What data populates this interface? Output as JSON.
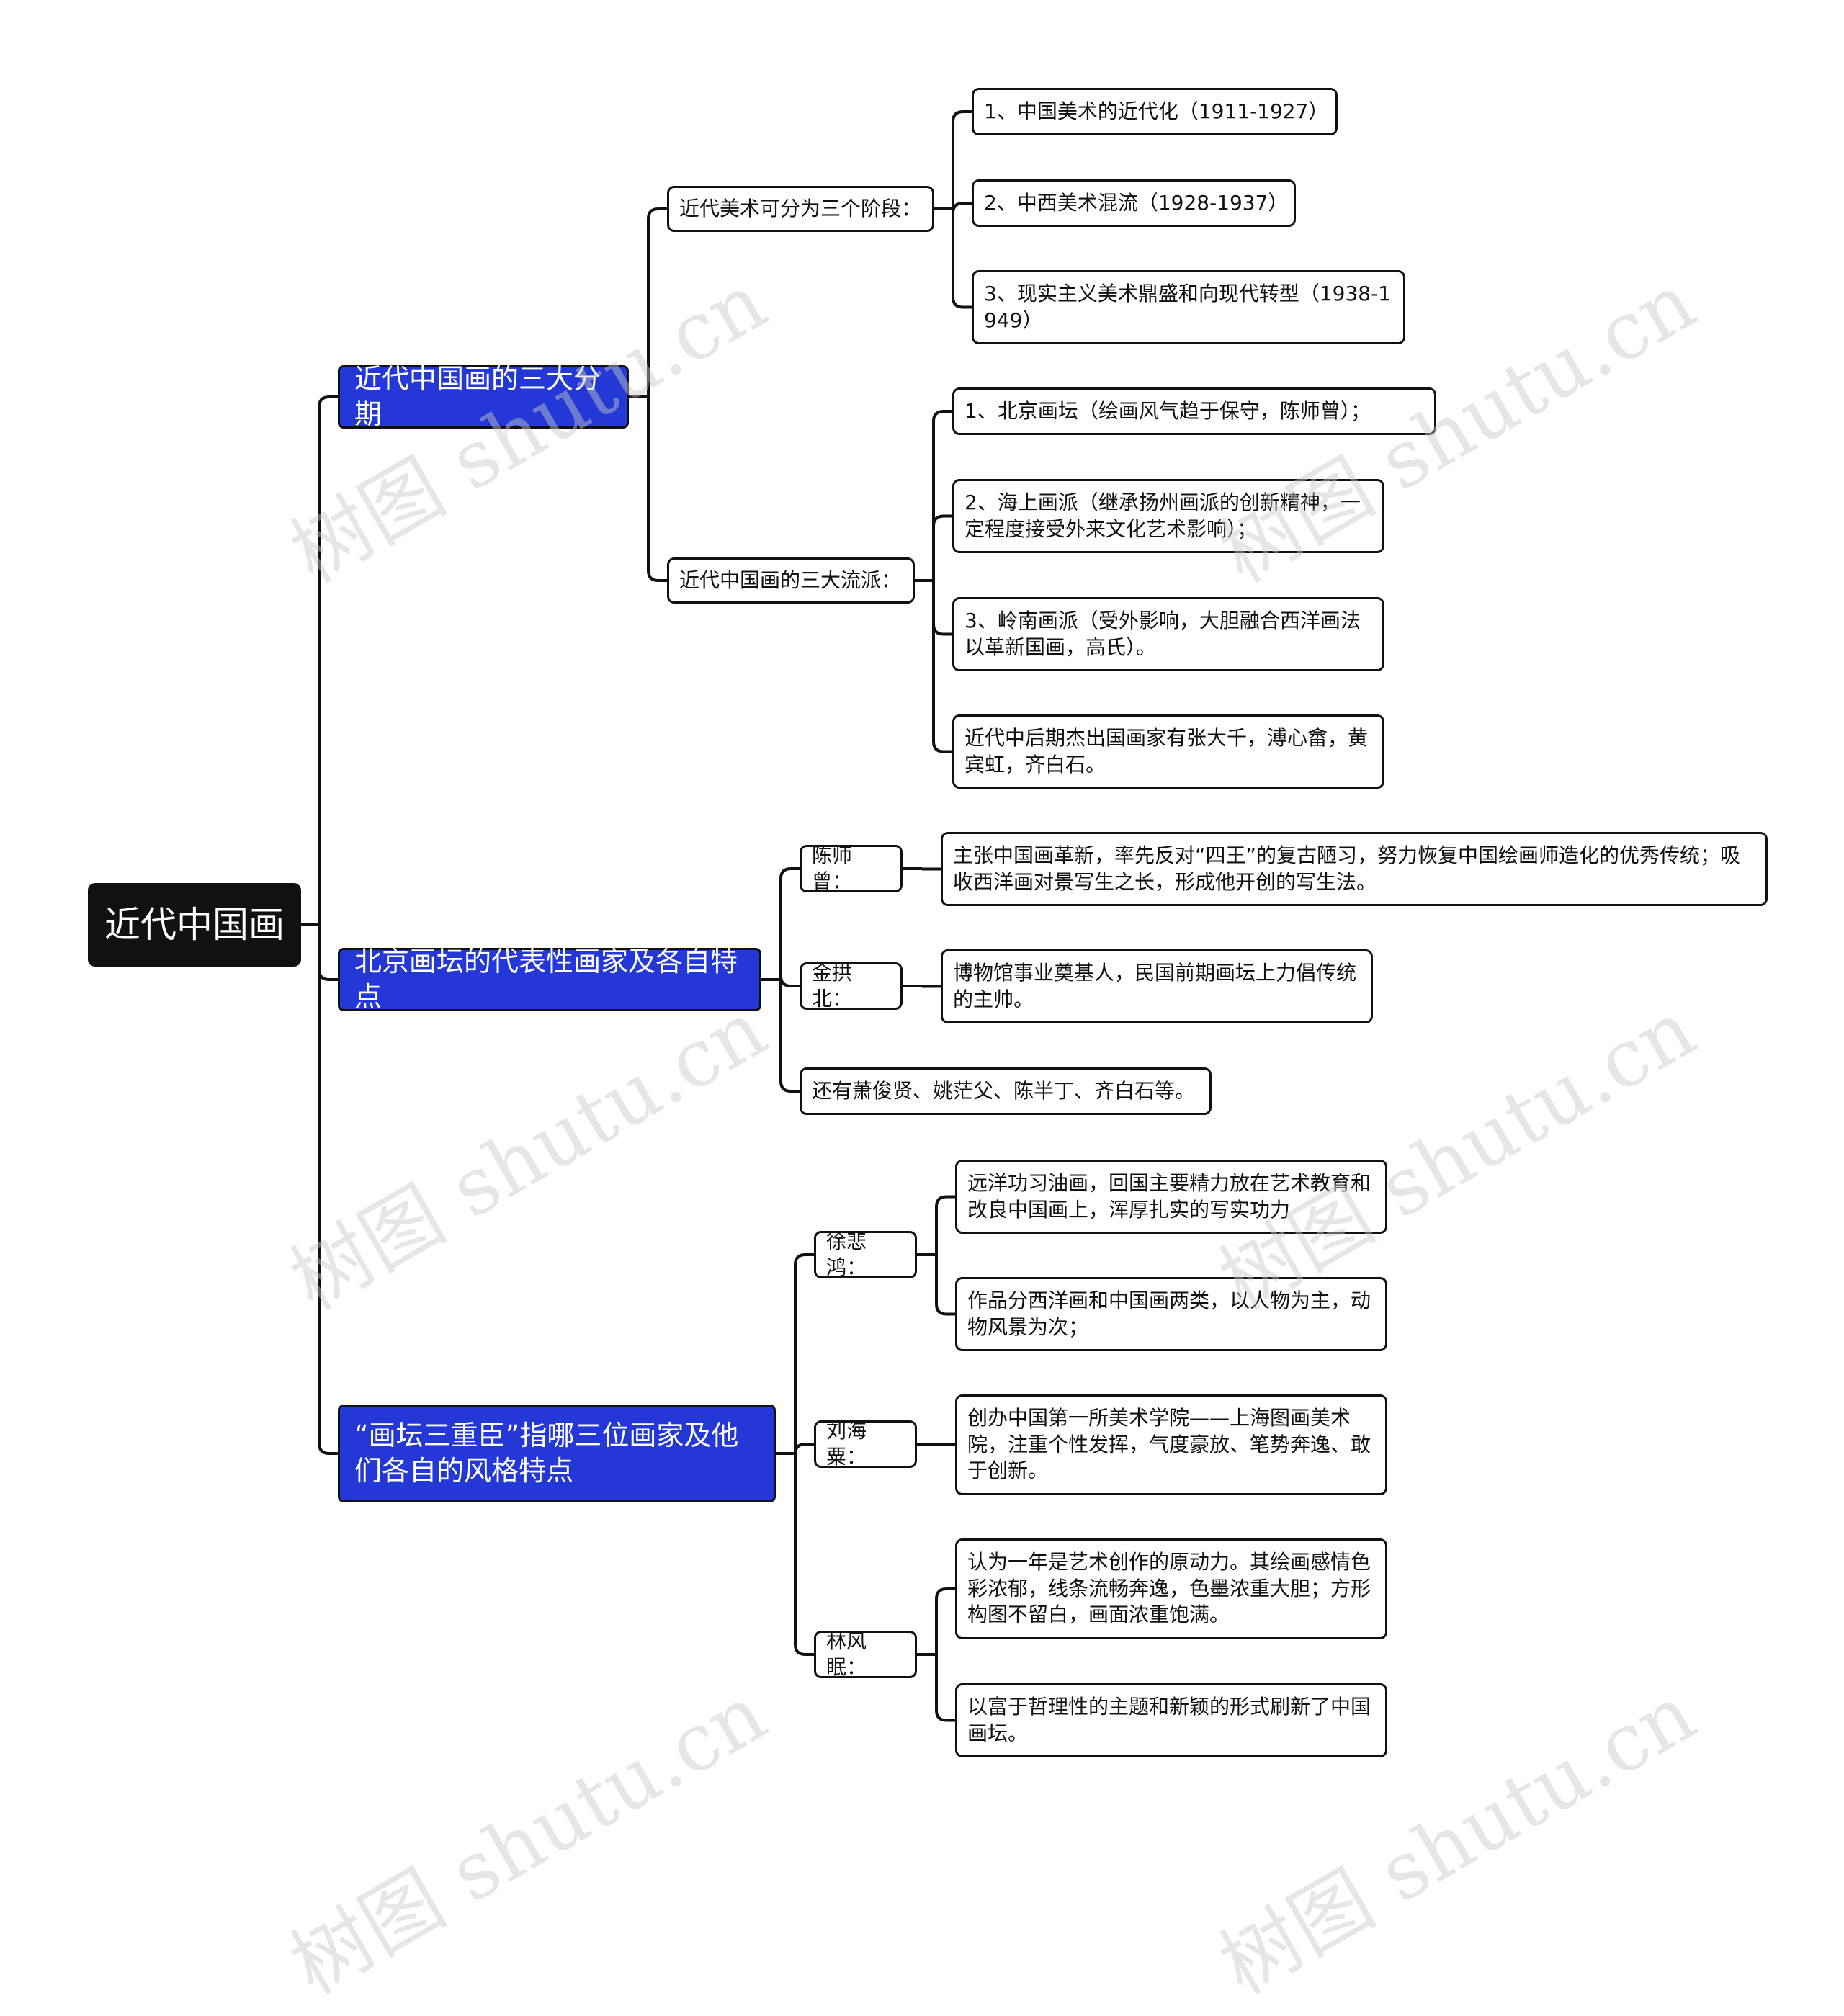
{
  "root": {
    "text": "近代中国画"
  },
  "branches": [
    {
      "text": "近代中国画的三大分期",
      "children": [
        {
          "text": "近代美术可分为三个阶段：",
          "children": [
            "1、中国美术的近代化（1911-1927）",
            "2、中西美术混流（1928-1937）",
            "3、现实主义美术鼎盛和向现代转型（1938-1949）"
          ]
        },
        {
          "text": "近代中国画的三大流派：",
          "children": [
            "1、北京画坛（绘画风气趋于保守，陈师曾）；",
            "2、海上画派（继承扬州画派的创新精神，一定程度接受外来文化艺术影响）；",
            "3、岭南画派（受外影响，大胆融合西洋画法以革新国画，高氏）。",
            "近代中后期杰出国画家有张大千，溥心畲，黄宾虹，齐白石。"
          ]
        }
      ]
    },
    {
      "text": "北京画坛的代表性画家及各自特点",
      "children": [
        {
          "text": "陈师曾：",
          "children": [
            "主张中国画革新，率先反对“四王”的复古陋习，努力恢复中国绘画师造化的优秀传统；吸收西洋画对景写生之长，形成他开创的写生法。"
          ]
        },
        {
          "text": "金拱北：",
          "children": [
            "博物馆事业奠基人，民国前期画坛上力倡传统的主帅。"
          ]
        },
        {
          "text": "还有萧俊贤、姚茫父、陈半丁、齐白石等。",
          "children": []
        }
      ]
    },
    {
      "text": "“画坛三重臣”指哪三位画家及他们各自的风格特点",
      "children": [
        {
          "text": "徐悲鸿：",
          "children": [
            "远洋功习油画，回国主要精力放在艺术教育和改良中国画上，浑厚扎实的写实功力",
            "作品分西洋画和中国画两类，以人物为主，动物风景为次；"
          ]
        },
        {
          "text": "刘海粟：",
          "children": [
            "创办中国第一所美术学院——上海图画美术院，注重个性发挥，气度豪放、笔势奔逸、敢于创新。"
          ]
        },
        {
          "text": "林风眠：",
          "children": [
            "认为一年是艺术创作的原动力。其绘画感情色彩浓郁，线条流畅奔逸，色墨浓重大胆；方形构图不留白，画面浓重饱满。",
            "以富于哲理性的主题和新颖的形式刷新了中国画坛。"
          ]
        }
      ]
    }
  ],
  "watermark": "树图 shutu.cn",
  "colors": {
    "root": "#111111",
    "branch": "#2338d6",
    "line": "#111111",
    "watermark": "#c9c9c9"
  }
}
